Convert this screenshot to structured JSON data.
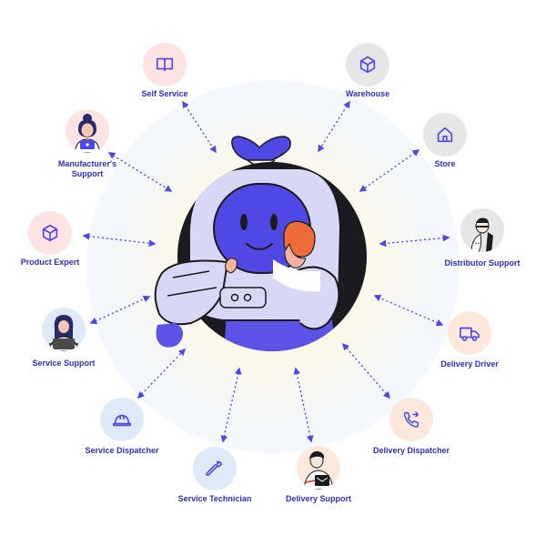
{
  "colors": {
    "accent": "#4f48e2",
    "label": "#2f2fb8",
    "pink_bubble": "#fde3e1",
    "gray_bubble": "#e6e6e6",
    "blue_bubble": "#dfeaf8",
    "peach_bubble": "#fde9dc"
  },
  "hub": {
    "character": "support-robot-illustration"
  },
  "nodes": {
    "self_service": {
      "label": "Self Service",
      "icon": "book-icon"
    },
    "warehouse": {
      "label": "Warehouse",
      "icon": "box-icon"
    },
    "manufacturers_support": {
      "label": "Manufacturer's Support",
      "icon": "person-avatar"
    },
    "store": {
      "label": "Store",
      "icon": "home-icon"
    },
    "product_expert": {
      "label": "Product Expert",
      "icon": "box-icon"
    },
    "distributor_support": {
      "label": "Distributor Support",
      "icon": "person-avatar"
    },
    "service_support": {
      "label": "Service Support",
      "icon": "person-avatar"
    },
    "delivery_driver": {
      "label": "Delivery Driver",
      "icon": "truck-icon"
    },
    "service_dispatcher": {
      "label": "Service Dispatcher",
      "icon": "hard-hat-icon"
    },
    "delivery_dispatcher": {
      "label": "Delivery Dispatcher",
      "icon": "phone-forward-icon"
    },
    "service_technician": {
      "label": "Service Technician",
      "icon": "wrench-icon"
    },
    "delivery_support": {
      "label": "Delivery Support",
      "icon": "person-avatar"
    }
  }
}
